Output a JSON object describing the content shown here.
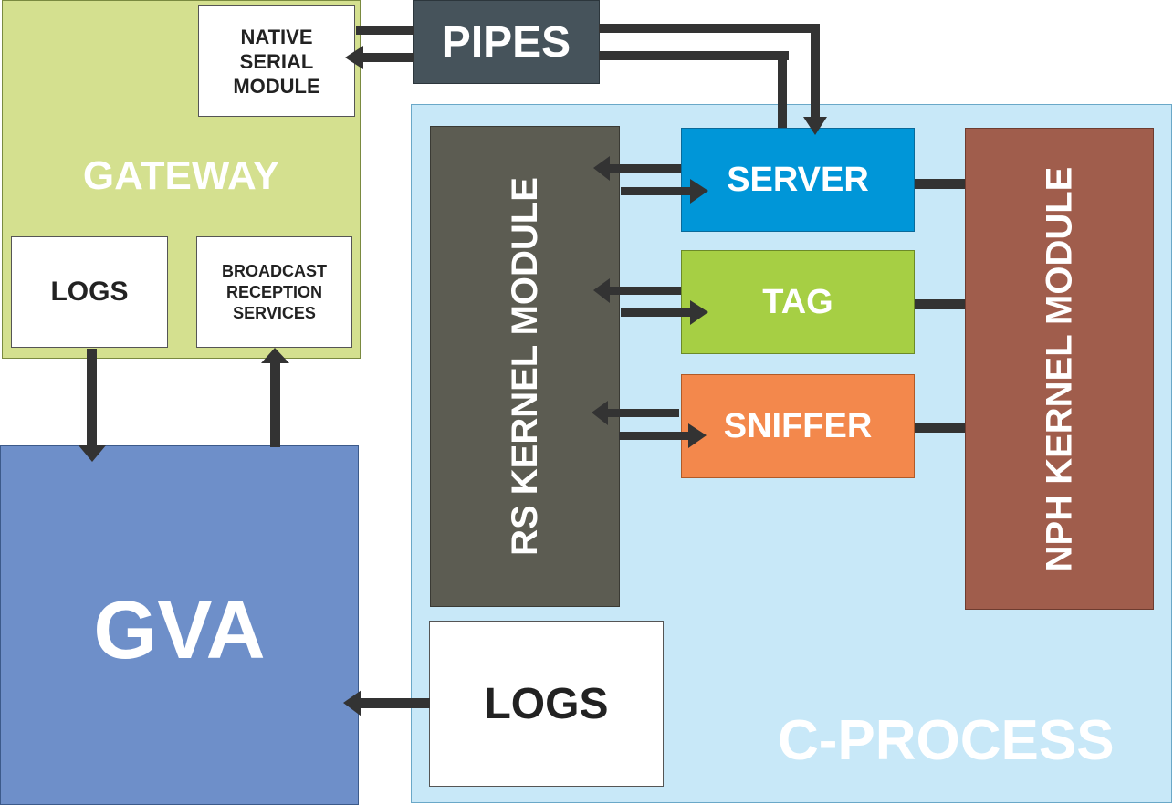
{
  "gateway": {
    "label": "GATEWAY",
    "native_serial_module": [
      "NATIVE",
      "SERIAL",
      "MODULE"
    ],
    "logs": "LOGS",
    "broadcast_reception_services": [
      "BROADCAST",
      "RECEPTION",
      "SERVICES"
    ]
  },
  "pipes": "PIPES",
  "gva": "GVA",
  "c_process": {
    "label": "C-PROCESS",
    "rs_kernel_module": "RS KERNEL MODULE",
    "nph_kernel_module": "NPH KERNEL MODULE",
    "server": "SERVER",
    "tag": "TAG",
    "sniffer": "SNIFFER",
    "logs": "LOGS"
  },
  "colors": {
    "gateway": "#d4e08f",
    "c_process": "#c8e8f8",
    "gva": "#6e8fc9",
    "pipes": "#46535b",
    "rs_kernel": "#5c5c52",
    "nph_kernel": "#a05d4c",
    "server": "#0096d8",
    "tag": "#a6cf44",
    "sniffer": "#f3884c",
    "arrow": "#333333"
  }
}
